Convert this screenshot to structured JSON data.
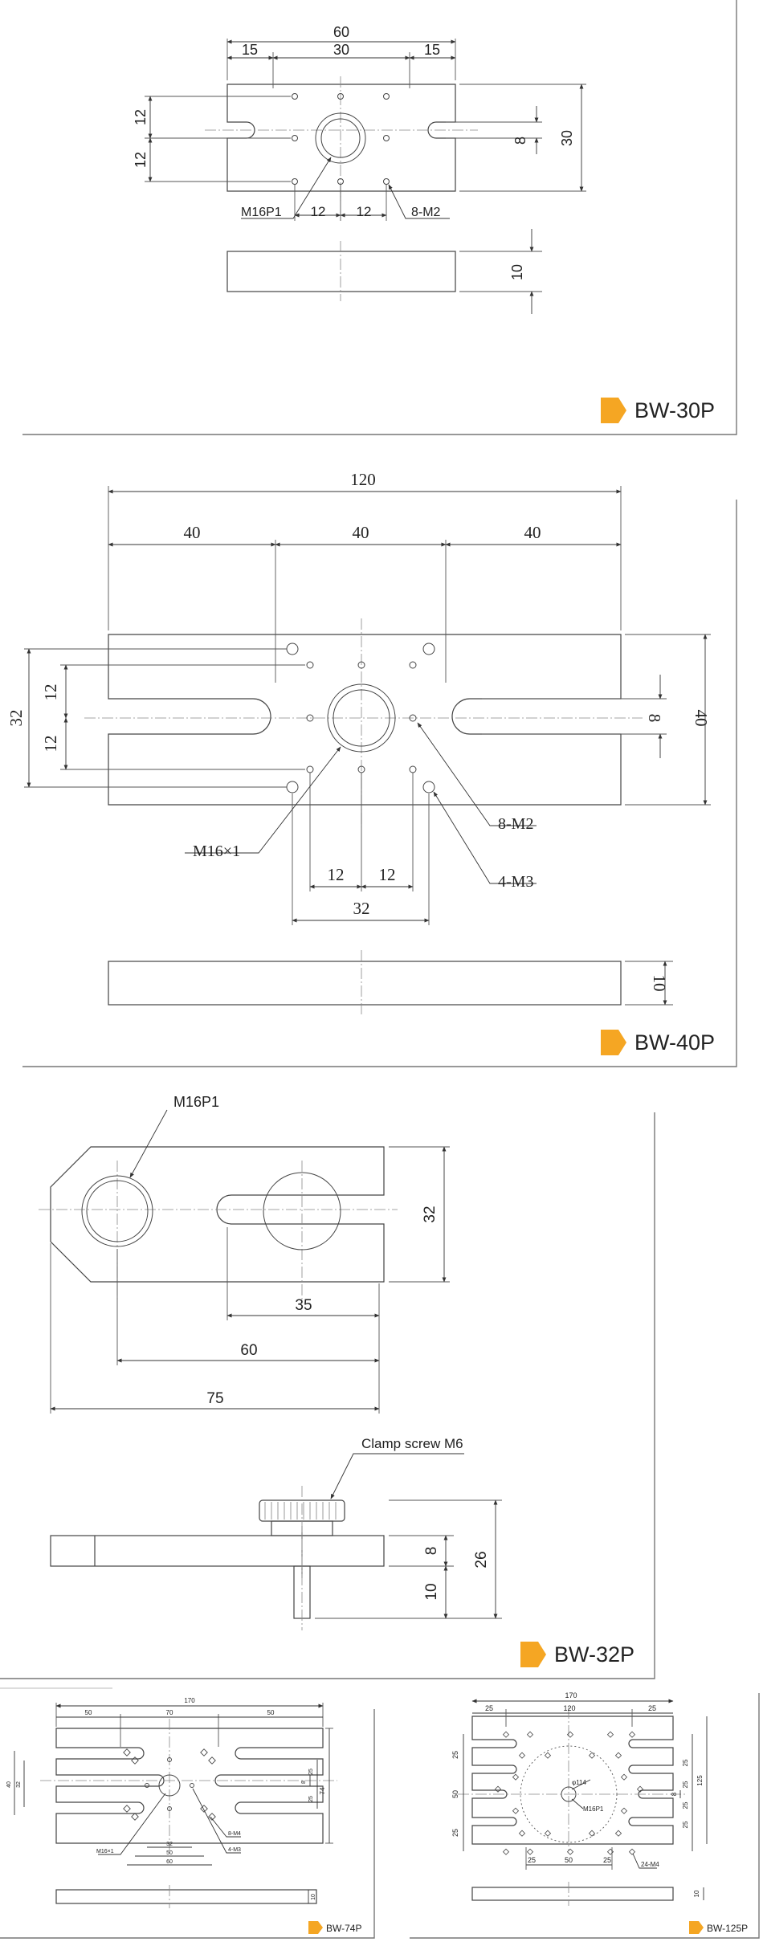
{
  "panels": {
    "bw30p": {
      "label": "BW-30P",
      "dims": {
        "overall": "60",
        "left": "15",
        "mid": "30",
        "right": "15",
        "height": "30",
        "slot": "8",
        "up": "12",
        "down": "12",
        "pitch_a": "12",
        "pitch_b": "12",
        "thickness": "10"
      },
      "callouts": {
        "center_thread": "M16P1",
        "holes": "8-M2"
      }
    },
    "bw40p": {
      "label": "BW-40P",
      "dims": {
        "overall": "120",
        "left": "40",
        "mid": "40",
        "right": "40",
        "height": "40",
        "span": "32",
        "up": "12",
        "down": "12",
        "slot": "8",
        "pitch_a": "12",
        "pitch_b": "12",
        "pitch_span": "32",
        "thickness": "10"
      },
      "callouts": {
        "center_thread": "M16×1",
        "holes_a": "8-M2",
        "holes_b": "4-M3"
      }
    },
    "bw32p": {
      "label": "BW-32P",
      "dims": {
        "height": "32",
        "d35": "35",
        "d60": "60",
        "d75": "75",
        "d8": "8",
        "d10": "10",
        "d26": "26"
      },
      "callouts": {
        "center_thread": "M16P1",
        "clamp": "Clamp screw M6"
      }
    },
    "bw74p": {
      "label": "BW-74P",
      "dims": {
        "overall": "170",
        "left": "50",
        "mid": "70",
        "right": "50",
        "height": "74",
        "slot": "8",
        "inner1": "32",
        "inner2": "50",
        "inner3": "60",
        "side_a": "25",
        "side_b": "25",
        "left_a": "40",
        "left_b": "32",
        "thickness": "10"
      },
      "callouts": {
        "center_thread": "M16×1",
        "holes_a": "8-M4",
        "holes_b": "4-M3"
      }
    },
    "bw125p": {
      "label": "BW-125P",
      "dims": {
        "overall": "170",
        "top_left": "25",
        "top_mid": "120",
        "top_right": "25",
        "height": "125",
        "dia": "φ114",
        "slot": "8",
        "v1": "25",
        "v2": "50",
        "v3": "25",
        "r1": "25",
        "r2": "25",
        "r3": "25",
        "r4": "25",
        "b1": "25",
        "b2": "50",
        "b3": "25",
        "thickness": "10"
      },
      "callouts": {
        "center_thread": "M16P1",
        "holes": "24-M4"
      }
    }
  },
  "colors": {
    "marker": "#f5a623",
    "line": "#444444",
    "frame": "#777777"
  }
}
